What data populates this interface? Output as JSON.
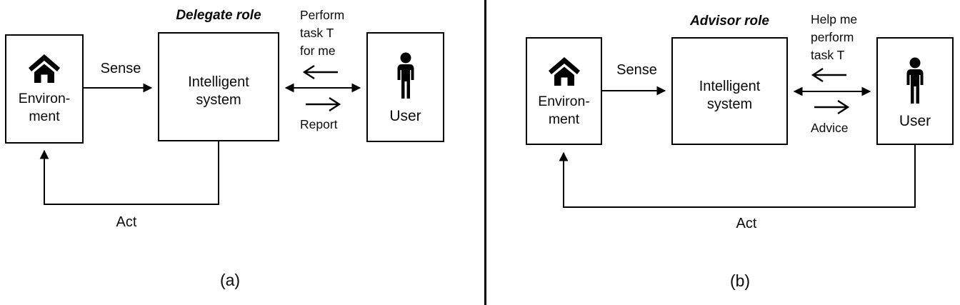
{
  "figure": {
    "background_color": "#ffffff",
    "line_color": "#000000",
    "divider_present": true
  },
  "panels": [
    {
      "caption": "(a)",
      "title": "Delegate role",
      "boxes": {
        "environment": {
          "line1": "Environ-",
          "line2": "ment",
          "icon": "house-icon"
        },
        "system": {
          "line1": "Intelligent",
          "line2": "system"
        },
        "user": {
          "label": "User",
          "icon": "person-icon"
        }
      },
      "arrows": {
        "sense": "Sense",
        "act": "Act",
        "user_to_system_lines": [
          "Perform",
          "task T",
          "for me"
        ],
        "system_to_user": "Report"
      }
    },
    {
      "caption": "(b)",
      "title": "Advisor role",
      "boxes": {
        "environment": {
          "line1": "Environ-",
          "line2": "ment",
          "icon": "house-icon"
        },
        "system": {
          "line1": "Intelligent",
          "line2": "system"
        },
        "user": {
          "label": "User",
          "icon": "person-icon"
        }
      },
      "arrows": {
        "sense": "Sense",
        "act": "Act",
        "user_to_system_lines": [
          "Help me",
          "perform",
          "task T"
        ],
        "system_to_user": "Advice"
      }
    }
  ]
}
